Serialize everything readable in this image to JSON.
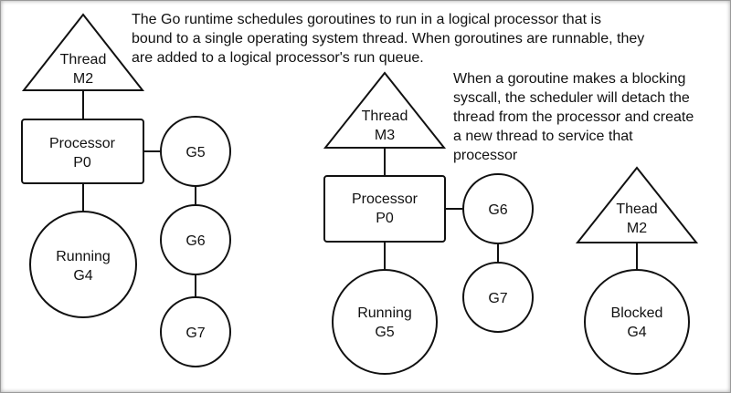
{
  "description_1": {
    "lines": [
      "The Go runtime schedules goroutines to run in a logical processor that is",
      "bound to a single operating system thread. When goroutines are runnable, they",
      "are added to a logical processor's run queue."
    ]
  },
  "description_2": {
    "lines": [
      "When a goroutine makes a blocking",
      "syscall, the scheduler will detach the",
      "thread from the processor and create",
      "a new thread to service that",
      "processor"
    ]
  },
  "left": {
    "thread": [
      "Thread",
      "M2"
    ],
    "processor": [
      "Processor",
      "P0"
    ],
    "running": [
      "Running",
      "G4"
    ],
    "queue": [
      "G5",
      "G6",
      "G7"
    ]
  },
  "middle": {
    "thread": [
      "Thread",
      "M3"
    ],
    "processor": [
      "Processor",
      "P0"
    ],
    "running": [
      "Running",
      "G5"
    ],
    "queue": [
      "G6",
      "G7"
    ]
  },
  "right": {
    "thread": [
      "Thead",
      "M2"
    ],
    "blocked": [
      "Blocked",
      "G4"
    ]
  },
  "colors": {
    "stroke": "#111111",
    "fill": "#ffffff",
    "frame": "#9a9a9a"
  }
}
